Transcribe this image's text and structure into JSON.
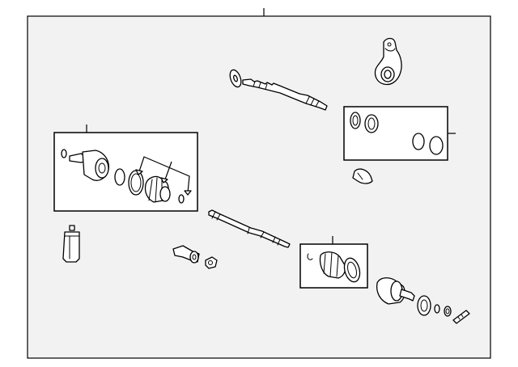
{
  "diagram": {
    "background": "#f2f2f2",
    "line_color": "#000000",
    "callouts": [],
    "parts": [
      "axle-shaft-upper",
      "axle-shaft-lower",
      "bearing-bracket",
      "seal-kit",
      "inner-joint-boot-kit",
      "outer-joint-boot-kit",
      "inner-cv-joint",
      "outer-cv-joint",
      "grease-tube",
      "dust-shield",
      "spring-pin-clip"
    ]
  }
}
